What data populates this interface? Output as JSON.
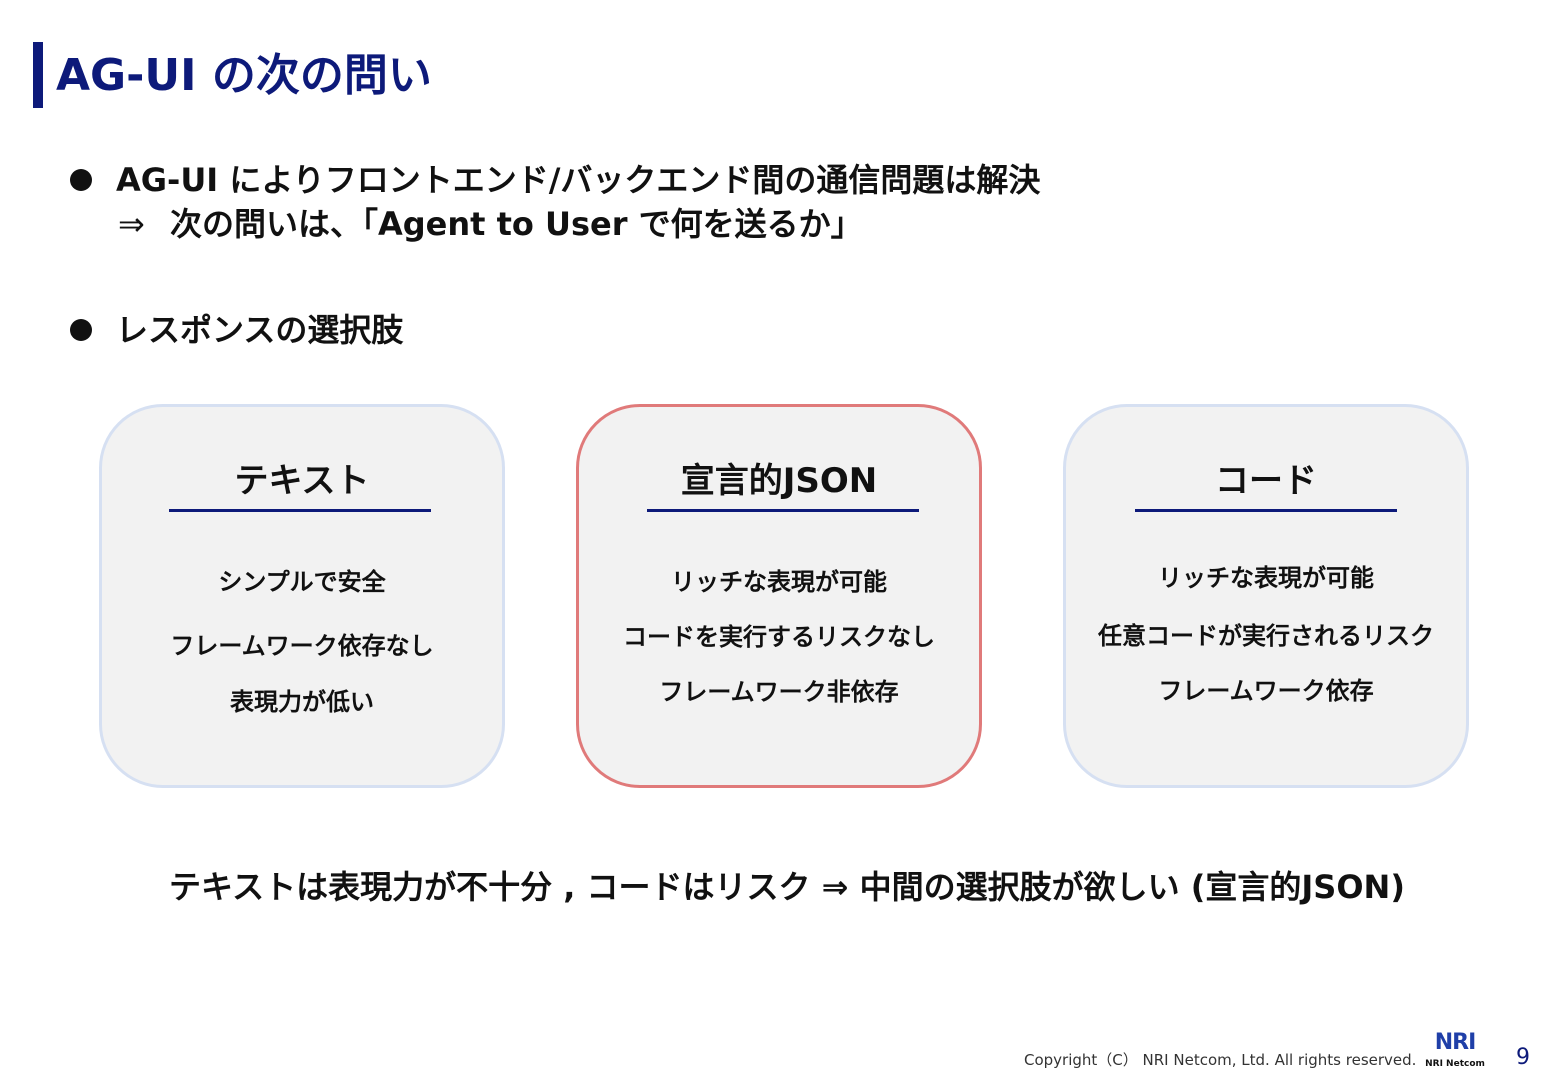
{
  "slide": {
    "title": "AG-UI の次の問い",
    "bullets": [
      {
        "text": "AG-UI によりフロントエンド/バックエンド間の通信問題は解決"
      },
      {
        "text": "レスポンスの選択肢"
      }
    ],
    "sub_arrow": "⇒",
    "sub_text": "次の問いは、「Agent to User で何を送るか」",
    "cards": [
      {
        "title": "テキスト",
        "items": [
          "シンプルで安全",
          "フレームワーク依存なし",
          "表現力が低い"
        ]
      },
      {
        "title": "宣言的JSON",
        "items": [
          "リッチな表現が可能",
          "コードを実行するリスクなし",
          "フレームワーク非依存"
        ]
      },
      {
        "title": "コード",
        "items": [
          "リッチな表現が可能",
          "任意コードが実行されるリスク",
          "フレームワーク依存"
        ]
      }
    ],
    "conclusion": "テキストは表現力が不十分 , コードはリスク ⇒ 中間の選択肢が欲しい (宣言的JSON)"
  },
  "footer": {
    "copyright": "Copyright（C） NRI Netcom, Ltd. All rights reserved.",
    "logo_mark": "NRI",
    "logo_name": "NRI Netcom",
    "page_number": "9"
  },
  "colors": {
    "title": "#0d1a7a",
    "card_bg": "#f2f2f2",
    "card_border": "#d6e0f2",
    "card_highlight_border": "#e07a7a"
  }
}
